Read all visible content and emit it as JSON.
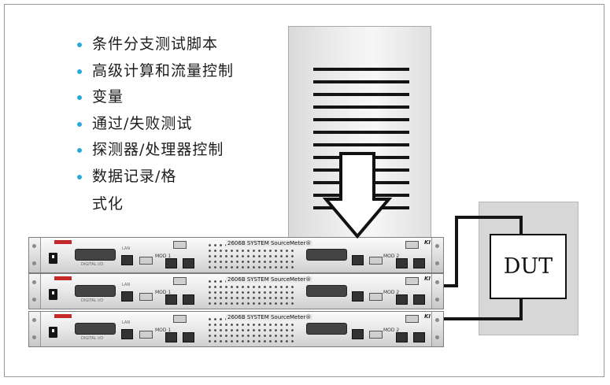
{
  "features": {
    "items": [
      "条件分支测试脚本",
      "高级计算和流量控制",
      "变量",
      "通过/失败测试",
      "探测器/处理器控制",
      "数据记录/格"
    ],
    "continuation": "式化"
  },
  "dut": {
    "label": "DUT"
  },
  "instrument": {
    "model_text": "2606B  SYSTEM SourceMeter®",
    "units": 3,
    "mod_left": "MOD 1",
    "mod_right": "MOD 2",
    "lan_label": "LAN",
    "digital_io_label": "DIGITAL I/O"
  },
  "colors": {
    "bullet": "#29a9d8",
    "arrow_fill": "#ffffff",
    "arrow_stroke": "#111111",
    "cable": "#151515",
    "brand_red": "#c22a2a"
  }
}
